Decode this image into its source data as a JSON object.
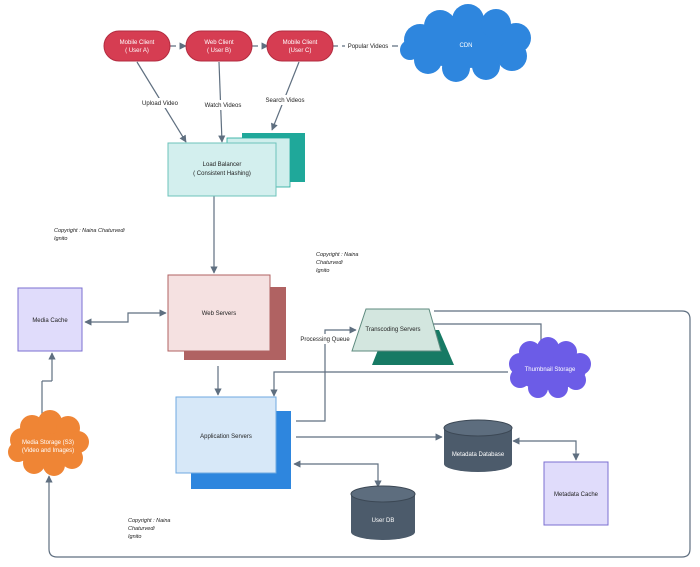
{
  "clients": {
    "mobile_a": {
      "line1": "Mobile Client",
      "line2": "( User A)"
    },
    "web_b": {
      "line1": "Web Client",
      "line2": "( User B)"
    },
    "mobile_c": {
      "line1": "Mobile Client",
      "line2": "(User C)"
    }
  },
  "cdn": {
    "label": "CDN"
  },
  "edges": {
    "popular_videos": "Popular Videos",
    "upload_video": "Upload Video",
    "watch_videos": "Watch Videos",
    "search_videos": "Search Videos",
    "processing_queue": "Processing Queue"
  },
  "load_balancer": {
    "line1": "Load Balancer",
    "line2": "( Consistent Hashing)"
  },
  "web_servers": {
    "label": "Web Servers"
  },
  "media_cache": {
    "label": "Media Cache"
  },
  "media_storage": {
    "line1": "Media Storage (S3)",
    "line2": "(Video and Images)"
  },
  "transcoding_servers": {
    "label": "Transcoding Servers"
  },
  "thumbnail_storage": {
    "label": "Thumbnail Storage"
  },
  "application_servers": {
    "label": "Application Servers"
  },
  "metadata_database": {
    "label": "Metadata Database"
  },
  "metadata_cache": {
    "label": "Metadata Cache"
  },
  "user_db": {
    "label": "User DB"
  },
  "copyright": [
    {
      "line1": "Copyright : Naina Chaturvedi",
      "line2": "Ignito"
    },
    {
      "line1": "Copyright : Naina",
      "line2": "Chaturvedi",
      "line3": "Ignito"
    },
    {
      "line1": "Copyright : Naina",
      "line2": "Chaturvedi",
      "line3": "Ignito"
    }
  ],
  "colors": {
    "client_red": "#d63d52",
    "cdn_blue": "#2e86de",
    "lb_fill": "#d3efee",
    "lb_shadow": "#1fa89a",
    "web_fill": "#f5e1e1",
    "web_shadow": "#b06262",
    "cache_fill": "#e0dcfb",
    "storage_orange": "#ef8535",
    "trans_fill": "#d3e6df",
    "trans_shadow": "#177a64",
    "thumb_purple": "#6c5ce7",
    "app_fill": "#d7e8f8",
    "app_shadow": "#2e86de",
    "db_dark": "#4c5b6b"
  }
}
